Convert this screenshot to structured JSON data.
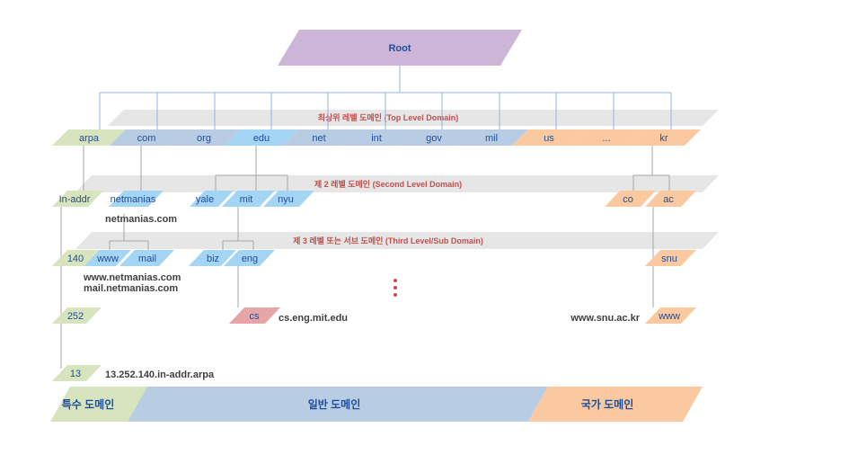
{
  "root": {
    "label": "Root"
  },
  "levels": {
    "top": "최상위 레벨 도메인 (Top Level Domain)",
    "second": "제 2 레벨 도메인 (Second Level Domain)",
    "third": "제 3 레벨 또는 서브 도메인 (Third Level/Sub Domain)"
  },
  "tld": [
    "arpa",
    "com",
    "org",
    "edu",
    "net",
    "int",
    "gov",
    "mil",
    "us",
    "...",
    "kr"
  ],
  "second_level": {
    "inaddr": "In-addr",
    "netmanias": "netmanias",
    "yale": "yale",
    "mit": "mit",
    "nyu": "nyu",
    "co": "co",
    "ac": "ac"
  },
  "third_level": {
    "n140": "140",
    "www": "www",
    "mail": "mail",
    "biz": "biz",
    "eng": "eng",
    "snu": "snu"
  },
  "deeper": {
    "n252": "252",
    "cs": "cs",
    "snu_www": "www",
    "n13": "13"
  },
  "fqdn": {
    "netmanias": "netmanias.com",
    "www": "www.netmanias.com",
    "mail": "mail.netmanias.com",
    "cs": "cs.eng.mit.edu",
    "snu": "www.snu.ac.kr",
    "arpa": "13.252.140.in-addr.arpa"
  },
  "footer": {
    "special": "특수 도메인",
    "general": "일반 도메인",
    "country": "국가 도메인"
  },
  "colors": {
    "root": "#cdb5d8",
    "arpa": "#d7e4bd",
    "general": "#b8cce4",
    "country": "#fbc99f",
    "highlight": "#a4d5f5",
    "cs": "#e6a5a7",
    "band": "#e6e6e6",
    "connector": "#8eb4e3",
    "grey_connector": "#a6a6a6",
    "text_blue": "#1f4e9a",
    "text_red": "#c0504d",
    "text_dark": "#404040"
  }
}
